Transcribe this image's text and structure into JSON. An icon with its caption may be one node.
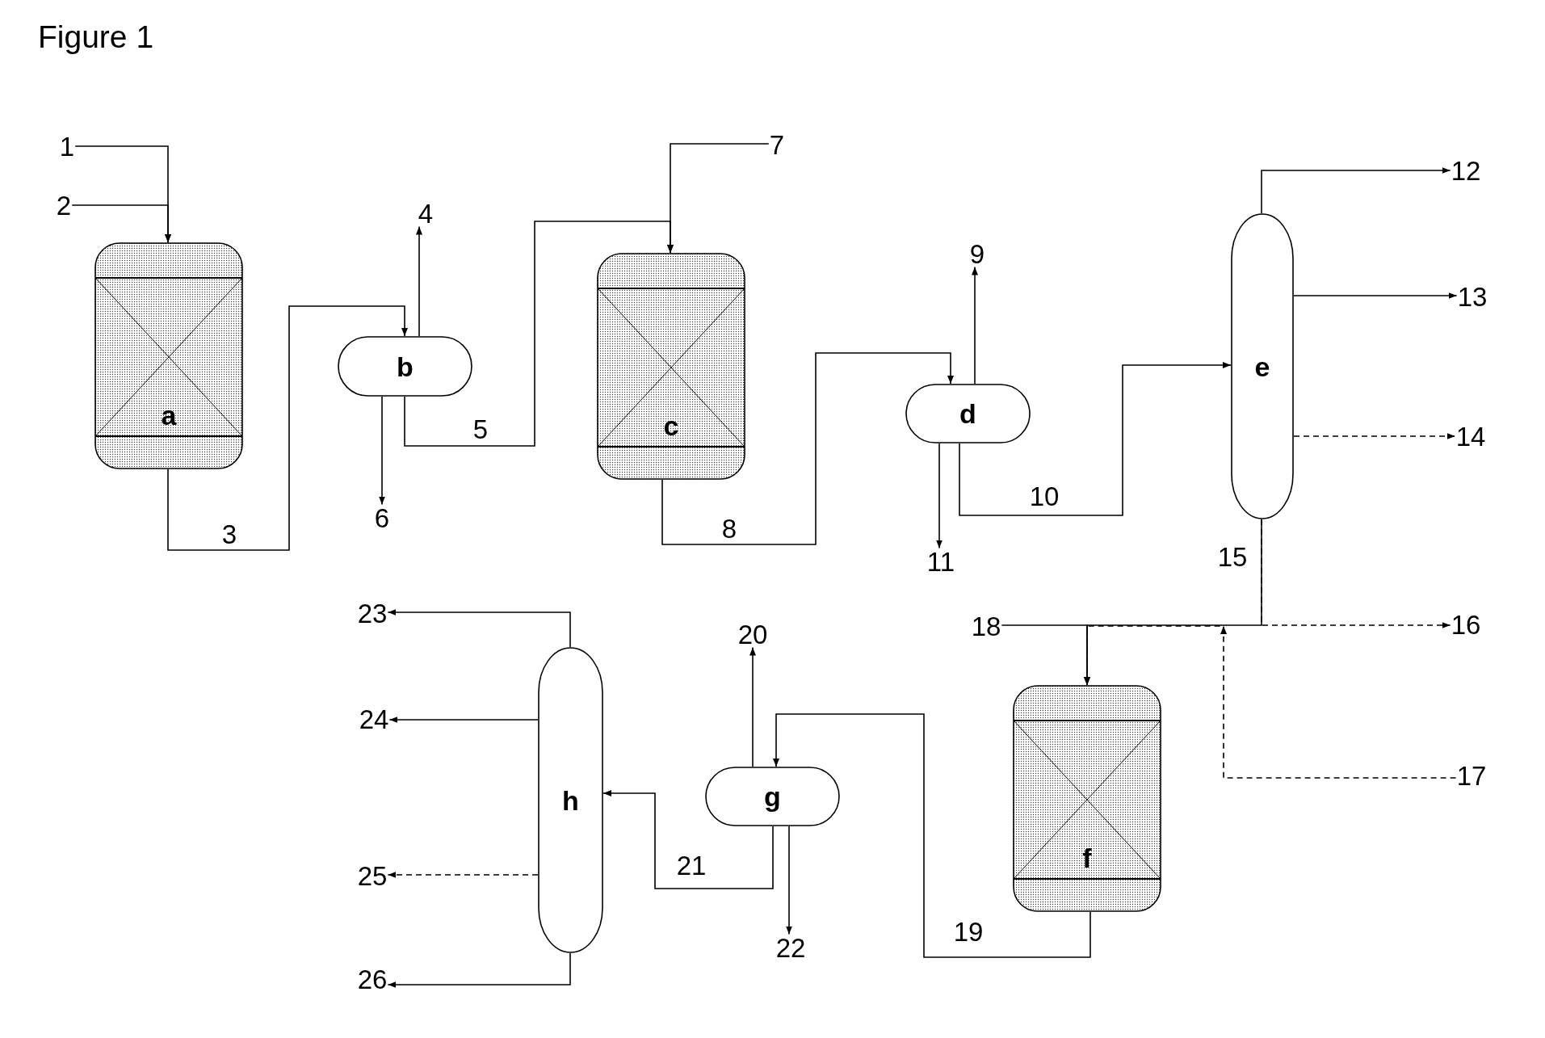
{
  "diagram": {
    "title": "Figure 1",
    "nodes": [
      {
        "text": [
          "1"
        ]
      },
      {
        "text": [
          "2"
        ]
      },
      {
        "text": [
          "a"
        ]
      },
      {
        "text": [
          "b"
        ]
      },
      {
        "text": [
          "4"
        ]
      },
      {
        "text": [
          "6"
        ]
      },
      {
        "text": [
          "7"
        ]
      },
      {
        "text": [
          "c"
        ]
      },
      {
        "text": [
          "d"
        ]
      },
      {
        "text": [
          "9"
        ]
      },
      {
        "text": [
          "11"
        ]
      },
      {
        "text": [
          "e"
        ]
      },
      {
        "text": [
          "12"
        ]
      },
      {
        "text": [
          "13"
        ]
      },
      {
        "text": [
          "14"
        ]
      },
      {
        "text": [
          "16"
        ]
      },
      {
        "text": [
          "18"
        ]
      },
      {
        "text": [
          "f"
        ]
      },
      {
        "text": [
          "17"
        ]
      },
      {
        "text": [
          "g"
        ]
      },
      {
        "text": [
          "20"
        ]
      },
      {
        "text": [
          "22"
        ]
      },
      {
        "text": [
          "h"
        ]
      },
      {
        "text": [
          "23"
        ]
      },
      {
        "text": [
          "24"
        ]
      },
      {
        "text": [
          "25"
        ]
      },
      {
        "text": [
          "26"
        ]
      }
    ],
    "edges": [
      {
        "from": 0,
        "to": 2,
        "arrow": "to"
      },
      {
        "from": 1,
        "to": 2,
        "arrow": "to"
      },
      {
        "from": 2,
        "to": 3,
        "arrow": "to",
        "label": "3"
      },
      {
        "from": 3,
        "to": 4,
        "arrow": "to"
      },
      {
        "from": 3,
        "to": 5,
        "arrow": "to"
      },
      {
        "from": 3,
        "to": 7,
        "arrow": "to",
        "label": "5"
      },
      {
        "from": 6,
        "to": 7,
        "arrow": "to"
      },
      {
        "from": 7,
        "to": 8,
        "arrow": "to",
        "label": "8"
      },
      {
        "from": 8,
        "to": 9,
        "arrow": "to"
      },
      {
        "from": 8,
        "to": 10,
        "arrow": "to"
      },
      {
        "from": 8,
        "to": 11,
        "arrow": "to",
        "label": "10"
      },
      {
        "from": 11,
        "to": 12,
        "arrow": "to"
      },
      {
        "from": 11,
        "to": 13,
        "arrow": "to"
      },
      {
        "from": 11,
        "to": 14,
        "arrow": "to",
        "style": "dashed"
      },
      {
        "from": 11,
        "to": 17,
        "arrow": "to",
        "label": "15"
      },
      {
        "from": 11,
        "to": 15,
        "arrow": "to",
        "style": "dashed"
      },
      {
        "from": 16,
        "to": 17,
        "arrow": "to"
      },
      {
        "from": 18,
        "to": 17,
        "arrow": "to",
        "style": "dashed"
      },
      {
        "from": 17,
        "to": 19,
        "arrow": "to",
        "label": "19"
      },
      {
        "from": 19,
        "to": 20,
        "arrow": "to"
      },
      {
        "from": 19,
        "to": 21,
        "arrow": "to"
      },
      {
        "from": 19,
        "to": 22,
        "arrow": "to",
        "label": "21"
      },
      {
        "from": 22,
        "to": 23,
        "arrow": "to"
      },
      {
        "from": 22,
        "to": 24,
        "arrow": "to"
      },
      {
        "from": 22,
        "to": 25,
        "arrow": "to",
        "style": "dashed"
      },
      {
        "from": 22,
        "to": 26,
        "arrow": "to"
      }
    ]
  }
}
